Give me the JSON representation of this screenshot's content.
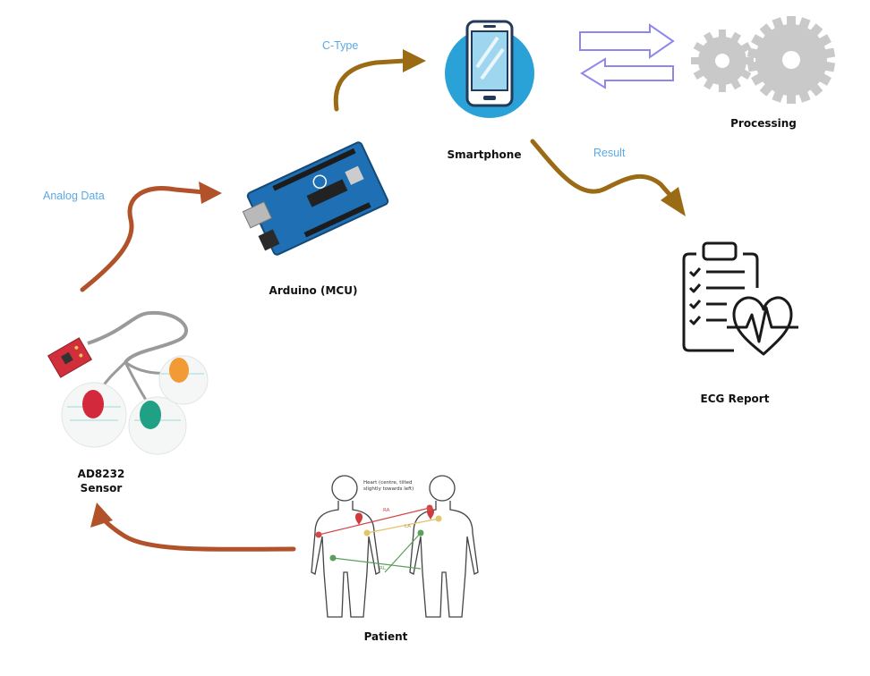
{
  "diagram": {
    "nodes": {
      "sensor": {
        "label_line1": "AD8232",
        "label_line2": "Sensor"
      },
      "arduino": {
        "label": "Arduino (MCU)"
      },
      "smartphone": {
        "label": "Smartphone"
      },
      "processing": {
        "label": "Processing"
      },
      "report": {
        "label": "ECG Report"
      },
      "patient": {
        "label": "Patient",
        "annotation_line1": "Heart (centre, tilted",
        "annotation_line2": "slightly towards left)",
        "lead_ra": "RA",
        "lead_la": "LA",
        "lead_rl": "RL"
      }
    },
    "edges": {
      "sensor_to_arduino": {
        "label": "Analog Data"
      },
      "arduino_to_smartphone": {
        "label": "C-Type"
      },
      "smartphone_to_report": {
        "label": "Result"
      },
      "patient_to_sensor": {
        "label": ""
      }
    },
    "colors": {
      "flow_label": "#5aa9e6",
      "arrow_red": "#b2522a",
      "arrow_brown": "#9a6b14",
      "exchange_arrows": "#8f86ee",
      "phone_circle": "#2aa2d8",
      "gear": "#c9c9c9",
      "board": "#1e6fb3",
      "sensor_board": "#d12f3c"
    }
  }
}
